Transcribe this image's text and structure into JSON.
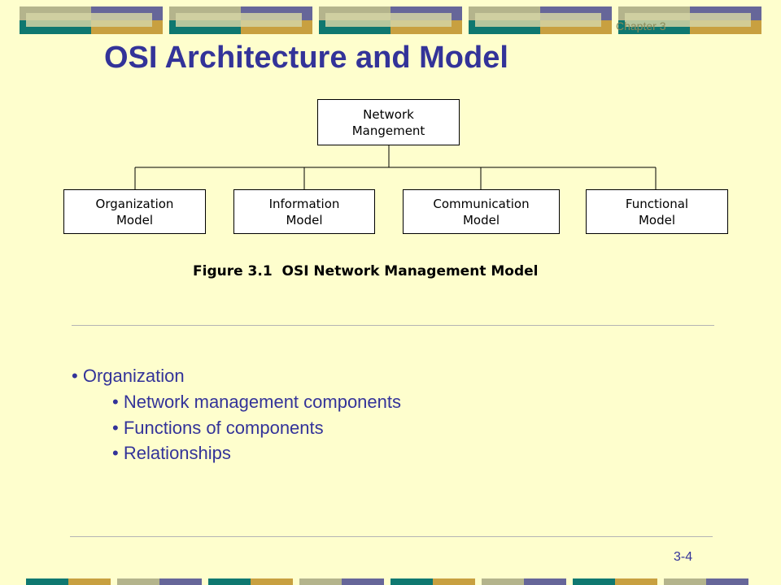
{
  "header": {
    "chapter_label": "Chapter 3",
    "title": "OSI Architecture and Model"
  },
  "diagram": {
    "root": {
      "line1": "Network",
      "line2": "Mangement"
    },
    "children": [
      {
        "line1": "Organization",
        "line2": "Model"
      },
      {
        "line1": "Information",
        "line2": "Model"
      },
      {
        "line1": "Communication",
        "line2": "Model"
      },
      {
        "line1": "Functional",
        "line2": "Model"
      }
    ],
    "caption": "Figure 3.1  OSI Network Management Model"
  },
  "bullets": {
    "main": "Organization",
    "subs": [
      "Network management components",
      "Functions of components",
      "Relationships"
    ]
  },
  "footer": {
    "page_number": "3-4"
  },
  "colors": {
    "background": "#fefecd",
    "title": "#333399",
    "teal": "#0f7870",
    "purple": "#666699",
    "sage": "#b4b48c",
    "gold": "#c8a040"
  }
}
